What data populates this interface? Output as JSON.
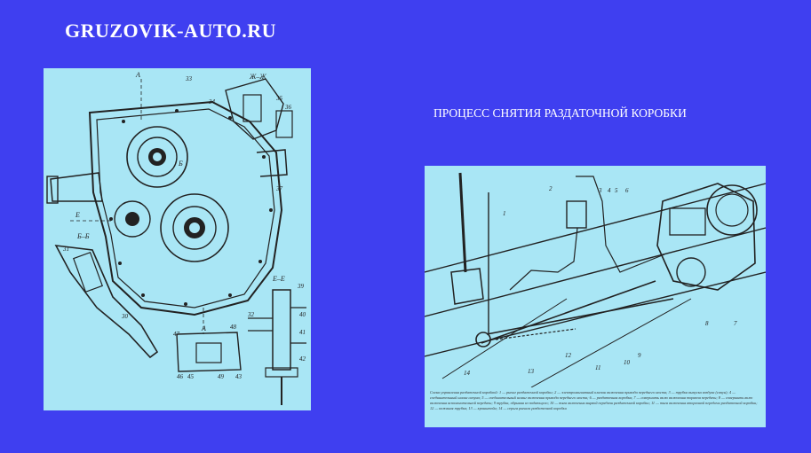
{
  "header": {
    "site_title": "GRUZOVIK-AUTO.RU"
  },
  "section": {
    "heading": "ПРОЦЕСС СНЯТИЯ РАЗДАТОЧНОЙ КОРОБКИ"
  },
  "figures": {
    "left": {
      "section_labels": [
        "Ж–Ж",
        "Б–Б",
        "Е–Е",
        "А",
        "А",
        "Е",
        "Б"
      ],
      "callouts": [
        "33",
        "34",
        "35",
        "36",
        "37",
        "31",
        "30",
        "32",
        "39",
        "40",
        "41",
        "42",
        "47",
        "48",
        "49",
        "46",
        "45",
        "43"
      ]
    },
    "right": {
      "callouts": [
        "2",
        "3",
        "4",
        "5",
        "6",
        "1",
        "8",
        "9",
        "10",
        "11",
        "12",
        "13",
        "14",
        "7"
      ],
      "caption": "Схема управления раздаточной коробкой: 1 — рычаг раздаточной коробки; 2 — электромагнитный клапан включения привода переднего моста; 3 — трубка выпуска воздуха (сапун); 4 — соединительный шланг сапуна; 5 — соединительный шланг включения привода переднего моста; 6 — раздаточная коробка; 7 — совершить вклю включения тормоза передачи; 8 — совершить вклю включения вспомогательной передачи; 9 трубка, обрывая из подающего; 10 — тяга включения вырвой передачи раздаточной коробки; 11 — тяга включения вторичной передачи раздаточной коробки; 12 — кожаная трубка; 13 — кронштейн; 14 — серьга рычага раздаточной коробки"
    }
  }
}
